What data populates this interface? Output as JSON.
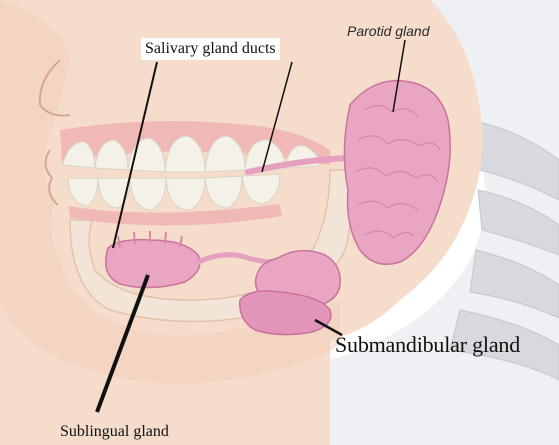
{
  "diagram": {
    "labels": {
      "salivary_ducts": "Salivary gland ducts",
      "parotid": "Parotid gland",
      "submandibular": "Submandibular gland",
      "sublingual": "Sublingual gland"
    },
    "colors": {
      "skin": "#f6dccb",
      "skin_shadow": "#ecc6ae",
      "gland": "#e9a6c3",
      "gland_dark": "#c9739b",
      "teeth": "#f4f1e8",
      "bone": "#d9dbe0",
      "leader": "#111111"
    }
  }
}
